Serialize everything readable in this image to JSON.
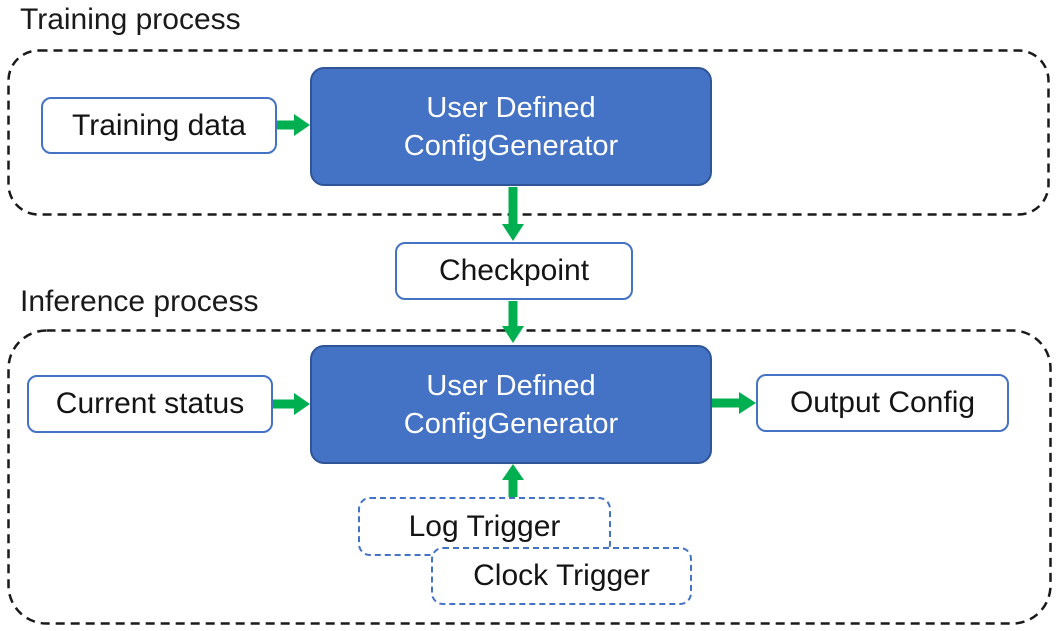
{
  "colors": {
    "generator_fill": "#4472C4",
    "generator_border": "#2F5597",
    "box_outline_blue": "#4472C4",
    "arrow_green": "#00B050",
    "container_dash_black": "#1A1A1A",
    "text_dark": "#1A1A1A",
    "text_white": "#FFFFFF"
  },
  "training_section": {
    "label": "Training process",
    "data_box": "Training data",
    "generator_line1": "User Defined",
    "generator_line2": "ConfigGenerator"
  },
  "checkpoint_box": "Checkpoint",
  "inference_section": {
    "label": "Inference process",
    "status_box": "Current status",
    "generator_line1": "User Defined",
    "generator_line2": "ConfigGenerator",
    "output_box": "Output Config",
    "log_trigger_box": "Log Trigger",
    "clock_trigger_box": "Clock Trigger"
  }
}
